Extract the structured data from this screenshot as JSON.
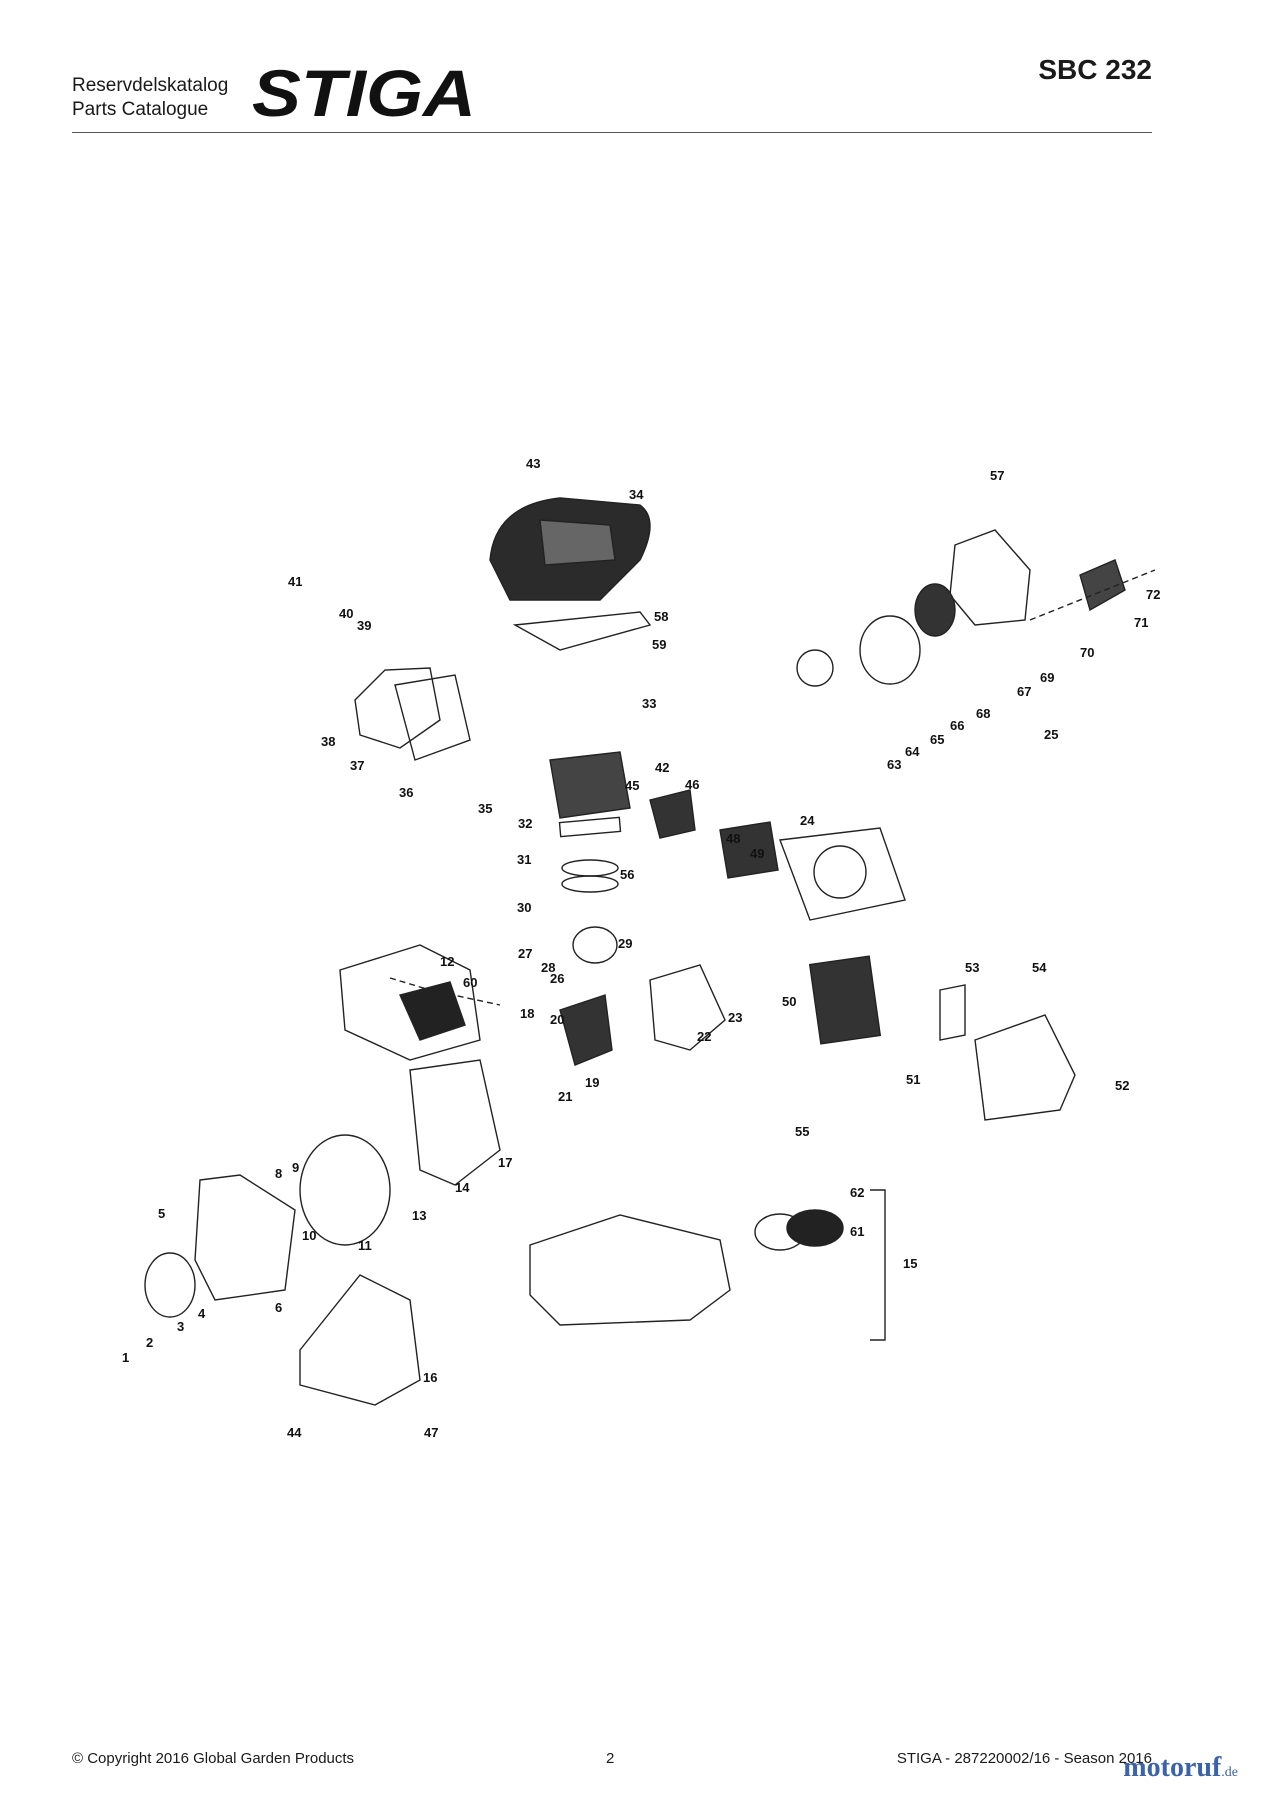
{
  "header": {
    "catalog_line1": "Reservdelskatalog",
    "catalog_line2": "Parts Catalogue",
    "brand": "STIGA",
    "model": "SBC 232"
  },
  "diagram": {
    "callouts": [
      "1",
      "2",
      "3",
      "4",
      "5",
      "6",
      "8",
      "9",
      "10",
      "11",
      "12",
      "13",
      "14",
      "15",
      "16",
      "17",
      "18",
      "19",
      "20",
      "21",
      "22",
      "23",
      "24",
      "25",
      "26",
      "27",
      "28",
      "29",
      "30",
      "31",
      "32",
      "33",
      "34",
      "35",
      "36",
      "37",
      "38",
      "39",
      "40",
      "41",
      "42",
      "43",
      "44",
      "45",
      "46",
      "47",
      "48",
      "49",
      "50",
      "51",
      "52",
      "53",
      "54",
      "55",
      "56",
      "57",
      "58",
      "59",
      "60",
      "61",
      "62",
      "63",
      "64",
      "65",
      "66",
      "67",
      "68",
      "69",
      "70",
      "71",
      "72"
    ]
  },
  "footer": {
    "copyright": "© Copyright 2016 Global Garden Products",
    "page_number": "2",
    "catalog_ref": "STIGA - 287220002/16 - Season 2016",
    "watermark_brand": "motoruf",
    "watermark_tld": ".de"
  },
  "colors": {
    "ink": "#1a1a1a",
    "watermark": "#3c63a8"
  }
}
